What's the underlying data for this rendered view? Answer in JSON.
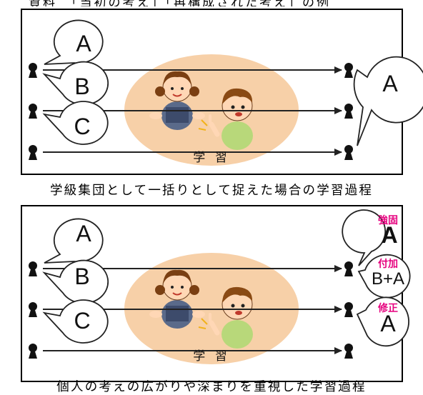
{
  "header": {
    "partial_title": "資料　「当初の考え」「再構成された考え」の例"
  },
  "top_panel": {
    "input_bubbles": [
      "A",
      "B",
      "C"
    ],
    "output_bubble": "A",
    "center_label": "学 習",
    "caption": "学級集団として一括りとして捉えた場合の学習過程"
  },
  "bottom_panel": {
    "input_bubbles": [
      "A",
      "B",
      "C"
    ],
    "output_bubbles": [
      {
        "tag": "強固",
        "text": "A"
      },
      {
        "tag": "付加",
        "text": "B+A"
      },
      {
        "tag": "修正",
        "text": "A"
      }
    ],
    "center_label": "学 習",
    "caption": "個人の考えの広がりや深まりを重視した学習過程"
  },
  "colors": {
    "ellipse_fill": "#f7d0a8",
    "tag_color": "#e6007e",
    "line_color": "#222222"
  }
}
